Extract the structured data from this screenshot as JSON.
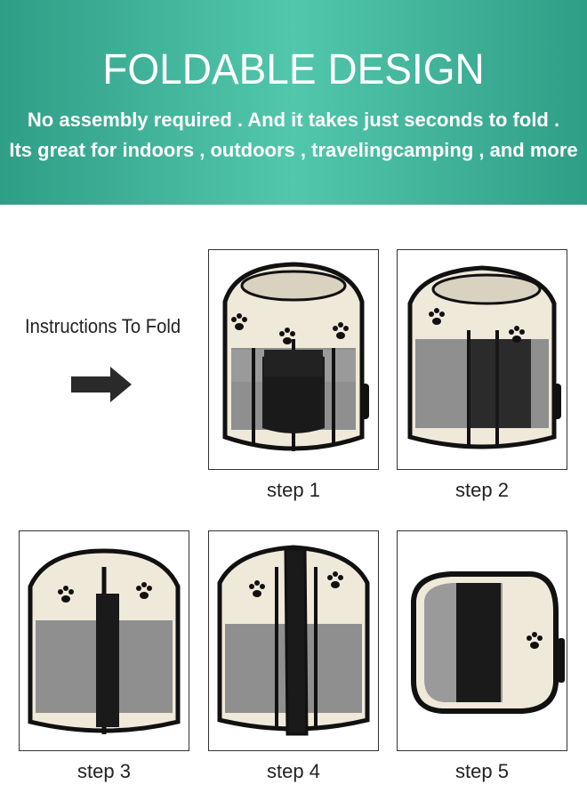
{
  "banner": {
    "title": "FOLDABLE DESIGN",
    "line1": "No assembly required . And it takes just seconds to fold .",
    "line2": "Its great for indoors , outdoors , travelingcamping , and more"
  },
  "instructions_label": "Instructions To Fold",
  "steps": [
    {
      "label": "step 1"
    },
    {
      "label": "step 2"
    },
    {
      "label": "step 3"
    },
    {
      "label": "step 4"
    },
    {
      "label": "step 5"
    }
  ],
  "colors": {
    "banner_teal": "#3fb89c",
    "fabric_beige": "#efe9da",
    "mesh_gray": "#8f8f8f",
    "frame_black": "#111111"
  },
  "icons": [
    "right-arrow-icon",
    "paw-print-icon"
  ]
}
